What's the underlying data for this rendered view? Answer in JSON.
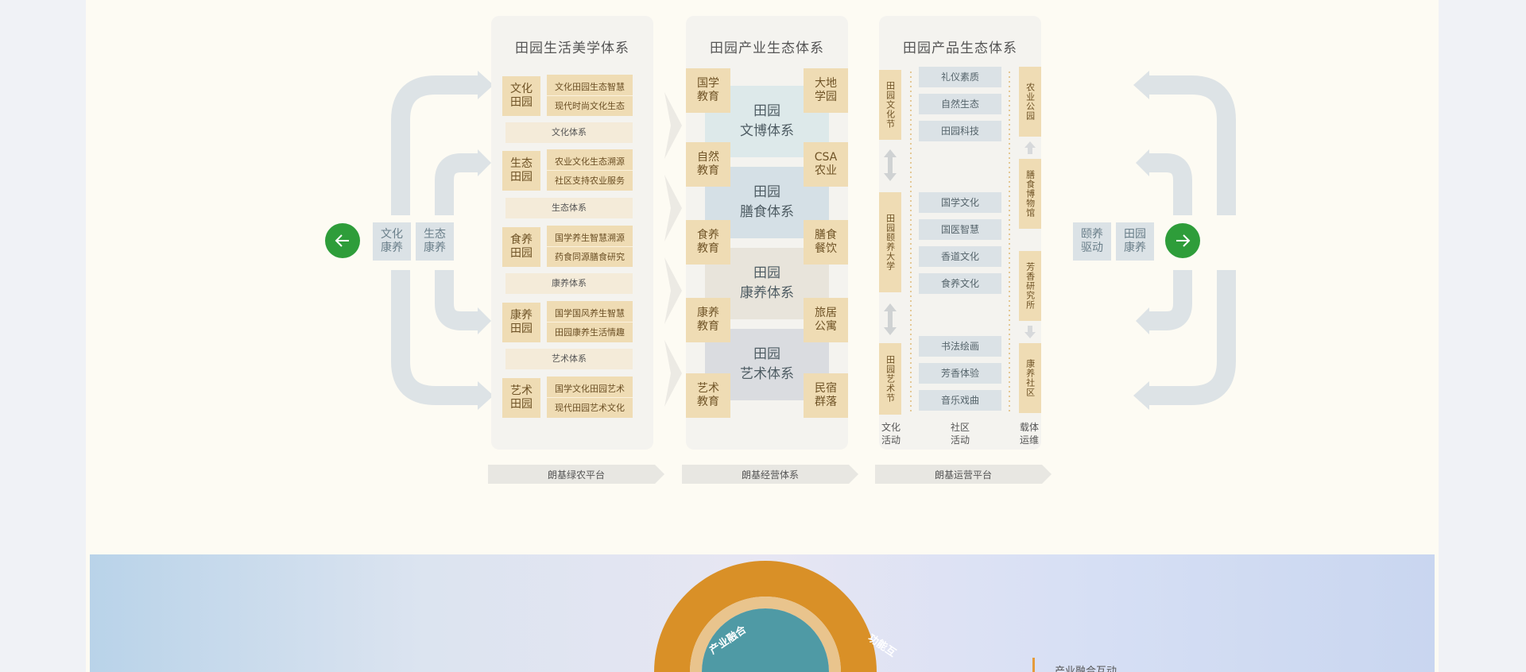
{
  "left_arrow_button": {
    "icon": "arrow-left-icon",
    "color": "#2e9d3a"
  },
  "right_arrow_button": {
    "icon": "arrow-right-icon",
    "color": "#2e9d3a"
  },
  "left_side": {
    "outer_label": "文化\n康养",
    "inner_label": "生态\n康养"
  },
  "right_side": {
    "inner_label": "颐养\n驱动",
    "outer_label": "田园\n康养"
  },
  "panel1": {
    "title": "田园生活美学体系",
    "groups": [
      {
        "label": "文化\n田园",
        "items": [
          "文化田园生态智慧",
          "现代时尚文化生态"
        ],
        "system": "文化体系"
      },
      {
        "label": "生态\n田园",
        "items": [
          "农业文化生态溯源",
          "社区支持农业服务"
        ],
        "system": "生态体系"
      },
      {
        "label": "食养\n田园",
        "items": [
          "国学养生智慧溯源",
          "药食同源膳食研究"
        ],
        "system": "康养体系"
      },
      {
        "label": "康养\n田园",
        "items": [
          "国学国风养生智慧",
          "田园康养生活情趣"
        ],
        "system": "艺术体系"
      },
      {
        "label": "艺术\n田园",
        "items": [
          "国学文化田园艺术",
          "现代田园艺术文化"
        ]
      }
    ]
  },
  "panel2": {
    "title": "田园产业生态体系",
    "left_tiles": [
      "国学\n教育",
      "自然\n教育",
      "食养\n教育",
      "康养\n教育",
      "艺术\n教育"
    ],
    "right_tiles": [
      "大地\n学园",
      "CSA\n农业",
      "膳食\n餐饮",
      "旅居\n公寓",
      "民宿\n群落"
    ],
    "centers": [
      "田园\n文博体系",
      "田园\n膳食体系",
      "田园\n康养体系",
      "田园\n艺术体系"
    ]
  },
  "panel3": {
    "title": "田园产品生态体系",
    "left_vertical": [
      "田园文化节",
      "田园颐养大学",
      "田园艺术节"
    ],
    "middle_items": [
      "礼仪素质",
      "自然生态",
      "田园科技",
      "国学文化",
      "国医智慧",
      "香道文化",
      "食养文化",
      "书法绘画",
      "芳香体验",
      "音乐戏曲"
    ],
    "right_vertical": [
      "农业公园",
      "膳食博物馆",
      "芳香研究所",
      "康养社区"
    ],
    "footer": [
      "文化\n活动",
      "社区\n活动",
      "载体\n运维"
    ]
  },
  "platform_tags": [
    "朗基绿农平台",
    "朗基经营体系",
    "朗基运营平台"
  ],
  "bottom": {
    "ring_labels": [
      "产业融合",
      "功能互"
    ],
    "side_text": "产业融合互动"
  }
}
